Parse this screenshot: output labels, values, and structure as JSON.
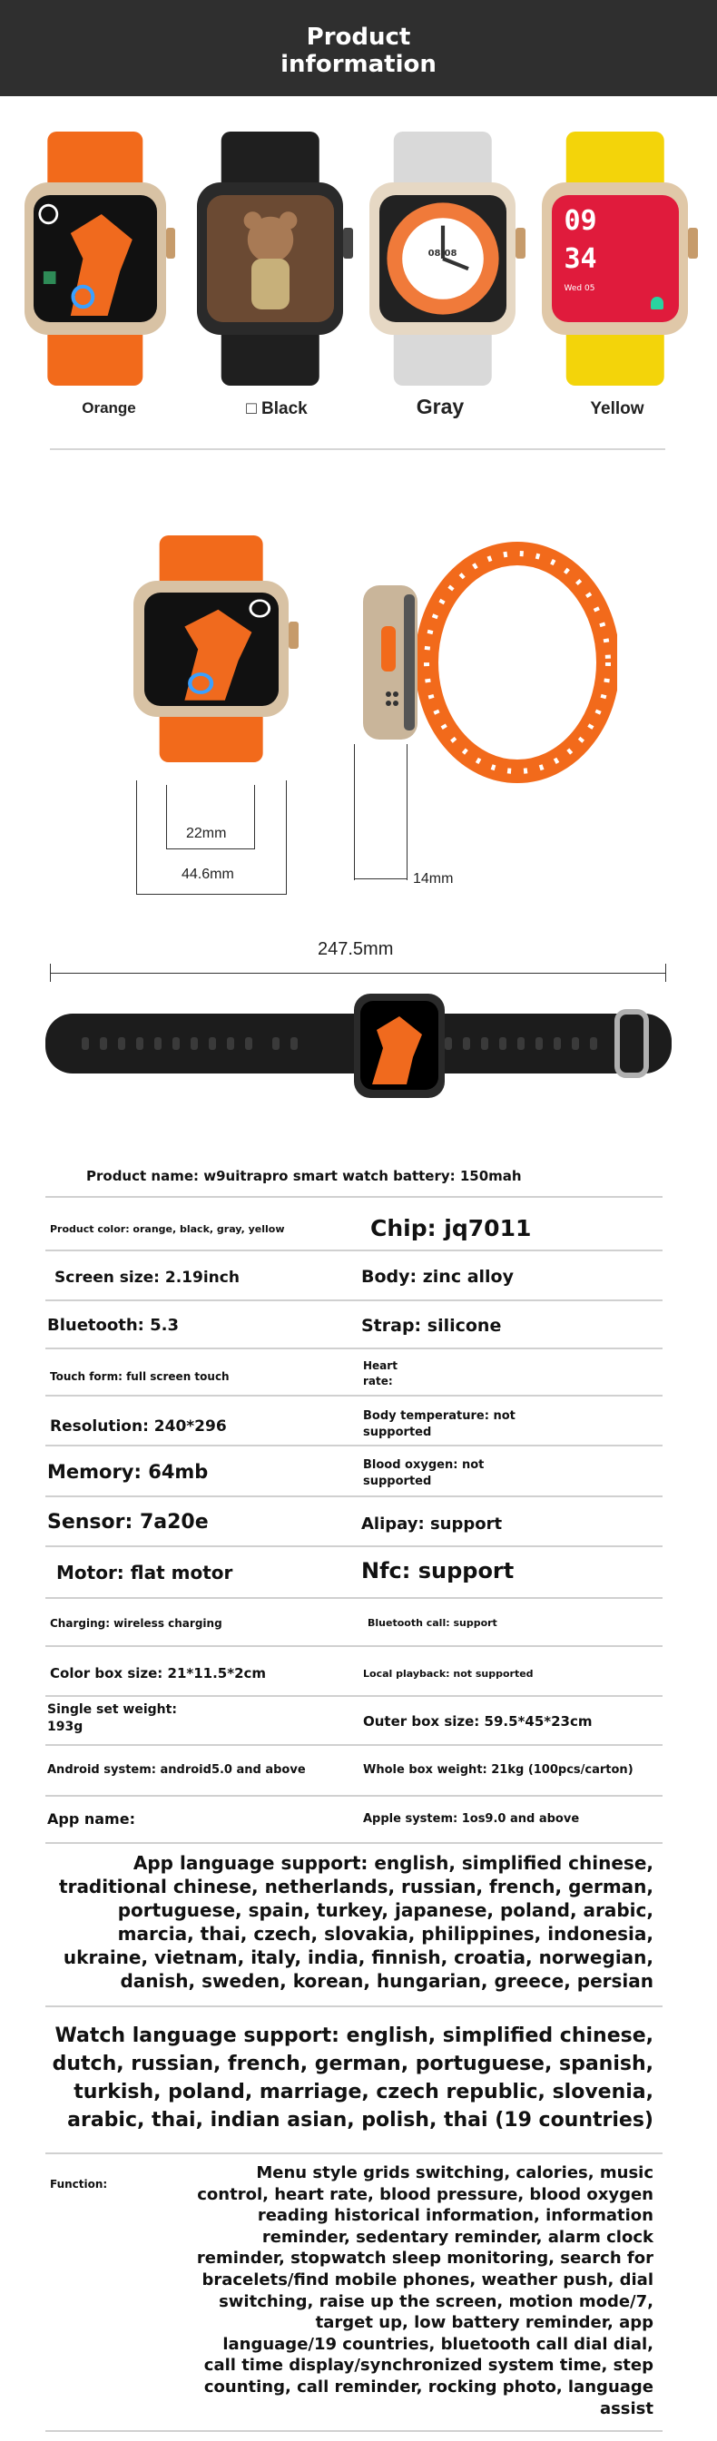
{
  "header": {
    "line1": "Product",
    "line2": "information"
  },
  "colors": {
    "orange": "#f26a1b",
    "black": "#1f1f1f",
    "gray": "#d9d9d9",
    "yellow": "#f3d40a",
    "header_bg": "#2f2f2f",
    "gold_case": "#d8c2a4"
  },
  "variants": [
    {
      "label": "Orange"
    },
    {
      "label": "□ Black"
    },
    {
      "label": "Gray"
    },
    {
      "label": "Yellow"
    }
  ],
  "yellow_screen": {
    "hour": "09",
    "minute": "34",
    "date": "Wed 05"
  },
  "gray_screen": {
    "time": "08:08"
  },
  "dimensions": {
    "screen_width": "22mm",
    "case_width": "44.6mm",
    "thickness": "14mm",
    "total_length": "247.5mm"
  },
  "specs": {
    "r1": "Product name: w9uitrapro smart watch battery: 150mah",
    "r2_left": "Product color: orange, black, gray, yellow",
    "r2_right": "Chip: jq7011",
    "r3_left": "Screen size: 2.19inch",
    "r3_right": "Body: zinc alloy",
    "r4_left": "Bluetooth: 5.3",
    "r4_right": "Strap: silicone",
    "r5_left": "Touch form: full screen touch",
    "r5_right_1": "Heart",
    "r5_right_2": "rate:",
    "r6_left": "Resolution: 240*296",
    "r6_right_1": "Body temperature: not",
    "r6_right_2": "supported",
    "r7_left": "Memory: 64mb",
    "r7_right_1": "Blood oxygen: not",
    "r7_right_2": "supported",
    "r8_left": "Sensor: 7a20e",
    "r8_right": "Alipay: support",
    "r9_left": "Motor: flat motor",
    "r9_right": "Nfc: support",
    "r10_left": "Charging: wireless charging",
    "r10_right": "Bluetooth call: support",
    "r11_left": "Color box size: 21*11.5*2cm",
    "r11_right": "Local playback: not supported",
    "r12_left_1": "Single set weight:",
    "r12_left_2": "193g",
    "r12_right": "Outer box size: 59.5*45*23cm",
    "r13_left": "Android system: android5.0 and above",
    "r13_right": "Whole box weight: 21kg (100pcs/carton)",
    "r14_left": "App name:",
    "r14_right": "Apple system: 1os9.0 and above"
  },
  "app_language": [
    "App language support: english, simplified chinese,",
    "traditional chinese, netherlands, russian, french, german,",
    "portuguese, spain, turkey, japanese, poland, arabic,",
    "marcia, thai, czech, slovakia, philippines, indonesia,",
    "ukraine, vietnam, italy, india, finnish, croatia, norwegian,",
    "danish, sweden, korean, hungarian, greece, persian"
  ],
  "watch_language": [
    "Watch language support: english, simplified chinese,",
    "dutch, russian, french, german, portuguese, spanish,",
    "turkish, poland, marriage, czech republic, slovenia,",
    "arabic, thai, indian asian, polish, thai (19 countries)"
  ],
  "function_label": "Function:",
  "function_lines": [
    "Menu style grids switching, calories, music",
    "control, heart rate, blood pressure, blood oxygen",
    "reading historical information, information",
    "reminder, sedentary reminder, alarm clock",
    "reminder, stopwatch sleep monitoring, search for",
    "bracelets/find mobile phones, weather push, dial",
    "switching, raise up the screen, motion mode/7,",
    "target up, low battery reminder, app",
    "language/19 countries, bluetooth call dial dial,",
    "call time display/synchronized system time, step",
    "counting, call reminder, rocking photo, language",
    "assist"
  ]
}
